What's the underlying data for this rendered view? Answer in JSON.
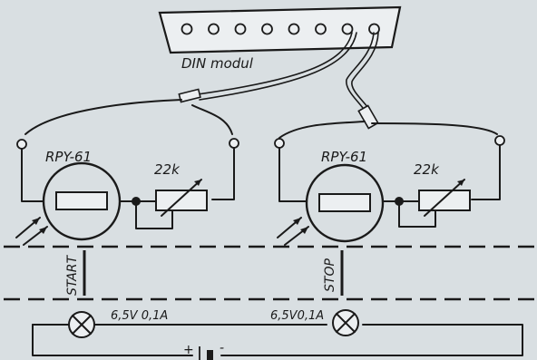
{
  "din_module_label": "DIN modul",
  "sensor_left": {
    "type_label": "RPY-61",
    "pot_label": "22k",
    "gate_label": "START"
  },
  "sensor_right": {
    "type_label": "RPY-61",
    "pot_label": "22k",
    "gate_label": "STOP"
  },
  "lamp_left_label": "6,5V 0,1A",
  "lamp_right_label": "6,5V0,1A",
  "battery_plus": "+",
  "battery_minus": "-",
  "din_pins": 8,
  "colors": {
    "background": "#d9dfe2",
    "ink": "#1a1a1a",
    "connector": "#eceff1"
  }
}
